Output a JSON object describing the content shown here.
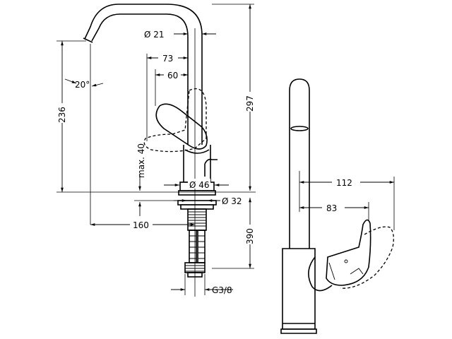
{
  "dimensions": {
    "dia_21": "Ø 21",
    "d73": "73",
    "d60": "60",
    "angle20": "20°",
    "h236": "236",
    "h297": "297",
    "max40": "max. 40",
    "dia_46": "Ø 46",
    "dia_32": "Ø 32",
    "d160": "160",
    "h390": "390",
    "g38": "G3/8",
    "d112": "112",
    "d83": "83"
  }
}
